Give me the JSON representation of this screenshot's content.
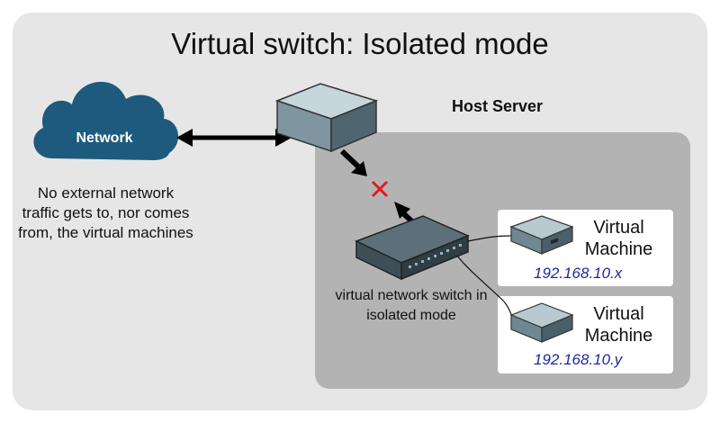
{
  "diagram": {
    "title": "Virtual switch: Isolated mode",
    "cloud_label": "Network",
    "note": "No external network traffic gets to, nor comes from, the virtual machines",
    "host_label": "Host Server",
    "switch_caption": "virtual network switch in isolated mode",
    "vms": [
      {
        "title_line1": "Virtual",
        "title_line2": "Machine",
        "ip": "192.168.10.x"
      },
      {
        "title_line1": "Virtual",
        "title_line2": "Machine",
        "ip": "192.168.10.y"
      }
    ],
    "colors": {
      "cloud": "#1e5a7e",
      "block_cross": "#e31b1b",
      "ip_text": "#1a2b9a",
      "host_box": "#b3b3b3",
      "panel": "#e6e6e6"
    },
    "icons": [
      "cloud-icon",
      "server-icon",
      "switch-icon",
      "vm-server-icon",
      "blocked-x-icon"
    ]
  }
}
